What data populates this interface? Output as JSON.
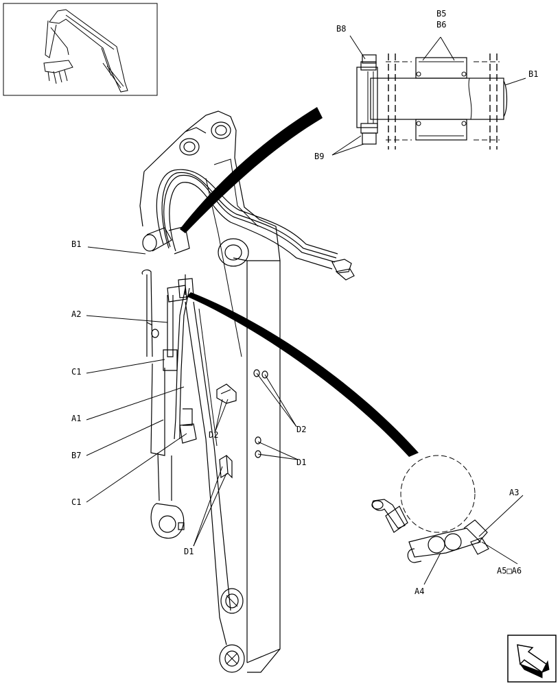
{
  "callouts": {
    "b5": "B5",
    "b6": "B6",
    "b8": "B8",
    "b1_detail": "B1",
    "b9": "B9",
    "b1": "B1",
    "a2": "A2",
    "c1_upper": "C1",
    "a1": "A1",
    "b7": "B7",
    "c1_lower": "C1",
    "d2_left": "D2",
    "d2_right": "D2",
    "d1_right": "D1",
    "d1_bottom": "D1",
    "a3": "A3",
    "a5_a6": "A5□A6",
    "a4": "A4"
  },
  "icons": {
    "locator_view": "excavator-boom-locator-thumbnail",
    "navigation": "return-arrow-icon"
  }
}
